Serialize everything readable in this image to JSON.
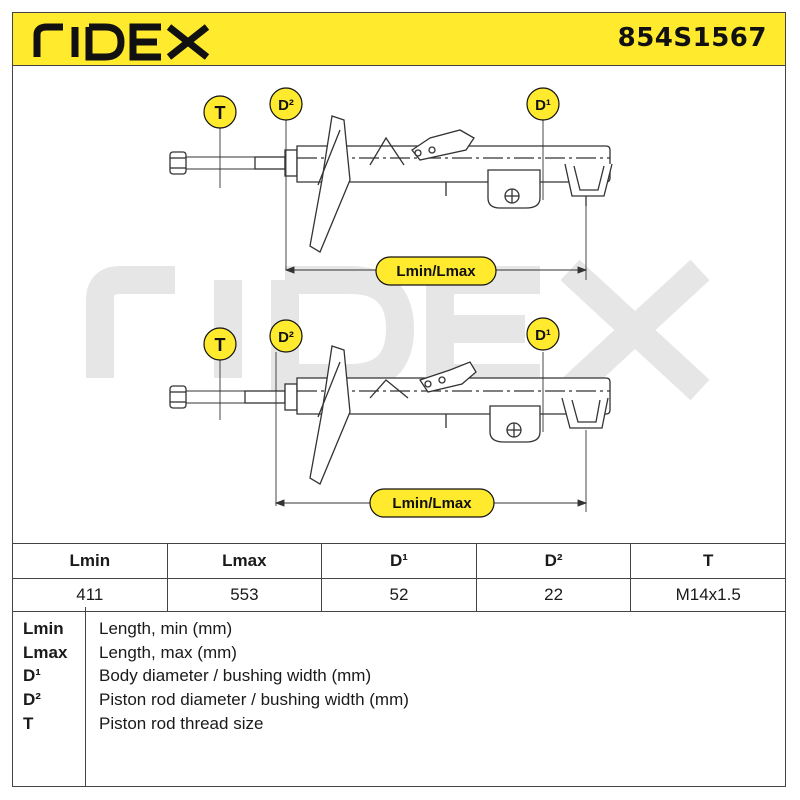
{
  "header": {
    "brand": "RIDEX",
    "part_number": "854S1567"
  },
  "watermark": "RIDEX",
  "colors": {
    "accent_yellow": "#ffea2e",
    "line": "#333333",
    "watermark": "#e3e3e3"
  },
  "diagram": {
    "badges": [
      "T",
      "D²",
      "D¹"
    ],
    "dimension_label": "Lmin/Lmax"
  },
  "table": {
    "headers": [
      "Lmin",
      "Lmax",
      "D¹",
      "D²",
      "T"
    ],
    "values": [
      "411",
      "553",
      "52",
      "22",
      "M14x1.5"
    ]
  },
  "legend": [
    {
      "key": "Lmin",
      "desc": "Length, min (mm)"
    },
    {
      "key": "Lmax",
      "desc": "Length, max (mm)"
    },
    {
      "key": "D¹",
      "desc": "Body diameter / bushing width (mm)"
    },
    {
      "key": "D²",
      "desc": "Piston rod diameter / bushing width (mm)"
    },
    {
      "key": "T",
      "desc": "Piston rod thread size"
    }
  ]
}
